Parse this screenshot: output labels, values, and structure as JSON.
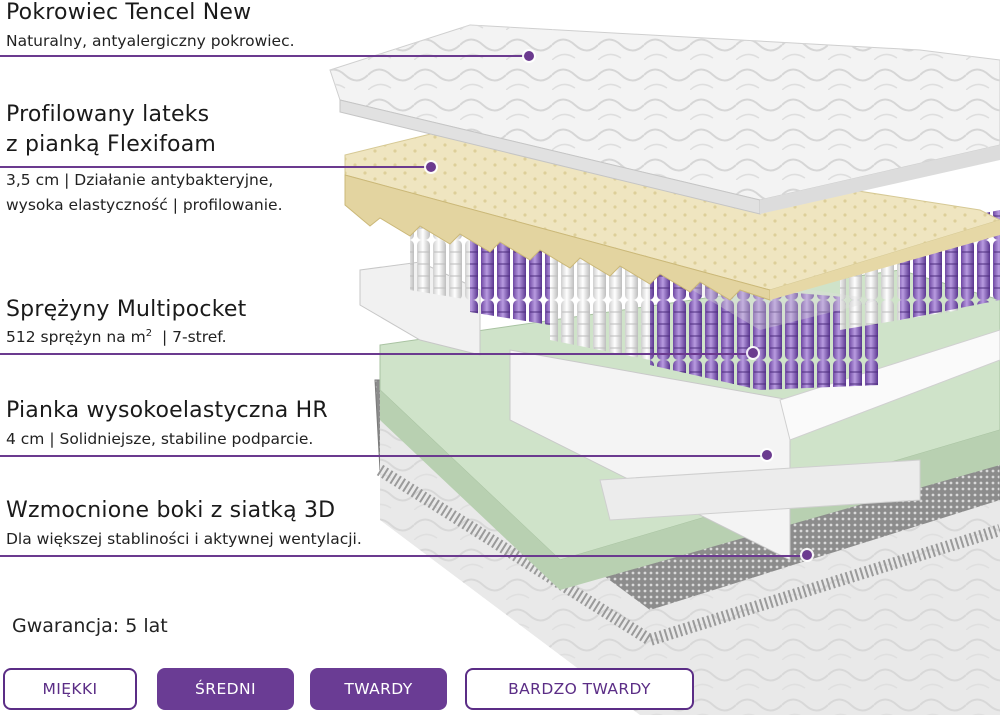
{
  "layers": [
    {
      "title": "Pokrowiec Tencel New",
      "desc": [
        "Naturalny, antyalergiczny pokrowiec."
      ]
    },
    {
      "title": [
        "Profilowany lateks",
        "z pianką Flexifoam"
      ],
      "desc": [
        "3,5 cm | Działanie antybakteryjne,",
        "wysoka elastyczność | profilowanie."
      ]
    },
    {
      "title": "Sprężyny Multipocket",
      "desc_pre": "512 sprężyn na m",
      "desc_sup": "2",
      "desc_post": "  | 7-stref."
    },
    {
      "title": "Pianka wysokoelastyczna HR",
      "desc": [
        "4 cm | Solidniejsze, stabiline podparcie."
      ]
    },
    {
      "title": "Wzmocnione boki z siatką 3D",
      "desc": [
        "Dla większej stabliności i aktywnej wentylacji."
      ]
    }
  ],
  "warranty": "Gwarancja: 5 lat",
  "firmness": [
    {
      "label": "MIĘKKI",
      "selected": false
    },
    {
      "label": "ŚREDNI",
      "selected": true
    },
    {
      "label": "TWARDY",
      "selected": true
    },
    {
      "label": "BARDZO TWARDY",
      "selected": false
    }
  ],
  "colors": {
    "accent": "#6a3c94",
    "leader": "#6b3a8f",
    "latex": "#eee3bd",
    "hr_foam": "#cfe3c9",
    "spring_purple": "#9a73c6"
  }
}
